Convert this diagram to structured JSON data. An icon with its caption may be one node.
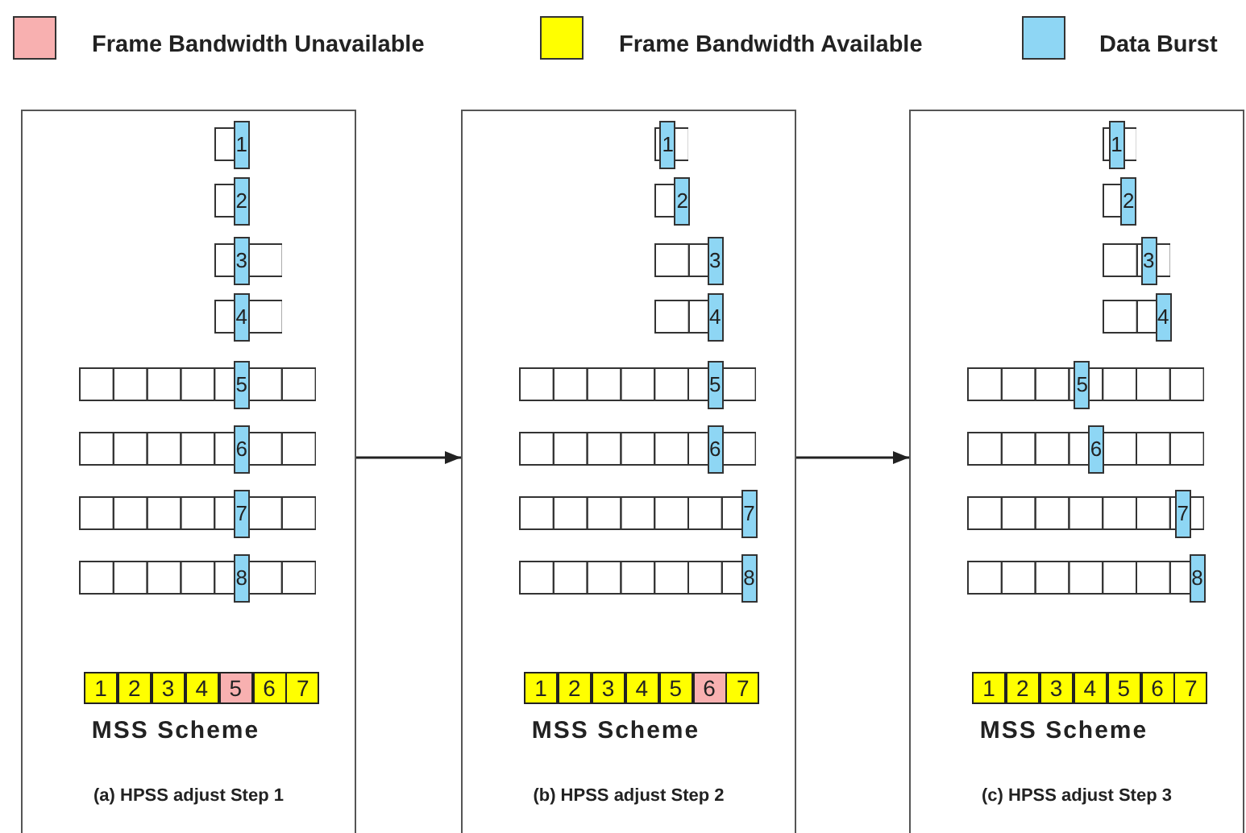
{
  "diagram": {
    "nodes": [
      {
        "text": [
          "MSS Scheme",
          "(a) HPSS adjust Step 1"
        ]
      },
      {
        "text": [
          "1"
        ],
        "in": 0
      },
      {
        "text": [
          "2"
        ],
        "in": 0
      },
      {
        "text": [
          "3"
        ],
        "in": 0
      },
      {
        "text": [
          "4"
        ],
        "in": 0
      },
      {
        "text": [
          "5"
        ],
        "in": 0
      },
      {
        "text": [
          "6"
        ],
        "in": 0
      },
      {
        "text": [
          "7"
        ],
        "in": 0
      },
      {
        "text": [
          "8"
        ],
        "in": 0
      },
      {
        "text": [
          "1"
        ],
        "in": 0
      },
      {
        "text": [
          "2"
        ],
        "in": 0
      },
      {
        "text": [
          "3"
        ],
        "in": 0
      },
      {
        "text": [
          "4"
        ],
        "in": 0
      },
      {
        "text": [
          "5"
        ],
        "in": 0
      },
      {
        "text": [
          "6"
        ],
        "in": 0
      },
      {
        "text": [
          "7"
        ],
        "in": 0
      },
      {
        "text": [
          "MSS Scheme",
          "(b) HPSS adjust Step 2"
        ]
      },
      {
        "text": [
          "1"
        ],
        "in": 16
      },
      {
        "text": [
          "2"
        ],
        "in": 16
      },
      {
        "text": [
          "3"
        ],
        "in": 16
      },
      {
        "text": [
          "4"
        ],
        "in": 16
      },
      {
        "text": [
          "5"
        ],
        "in": 16
      },
      {
        "text": [
          "6"
        ],
        "in": 16
      },
      {
        "text": [
          "7"
        ],
        "in": 16
      },
      {
        "text": [
          "8"
        ],
        "in": 16
      },
      {
        "text": [
          "1"
        ],
        "in": 16
      },
      {
        "text": [
          "2"
        ],
        "in": 16
      },
      {
        "text": [
          "3"
        ],
        "in": 16
      },
      {
        "text": [
          "4"
        ],
        "in": 16
      },
      {
        "text": [
          "5"
        ],
        "in": 16
      },
      {
        "text": [
          "6"
        ],
        "in": 16
      },
      {
        "text": [
          "7"
        ],
        "in": 16
      },
      {
        "text": [
          "MSS Scheme",
          "(c) HPSS adjust Step 3"
        ]
      },
      {
        "text": [
          "1"
        ],
        "in": 32
      },
      {
        "text": [
          "2"
        ],
        "in": 32
      },
      {
        "text": [
          "3"
        ],
        "in": 32
      },
      {
        "text": [
          "4"
        ],
        "in": 32
      },
      {
        "text": [
          "5"
        ],
        "in": 32
      },
      {
        "text": [
          "6"
        ],
        "in": 32
      },
      {
        "text": [
          "7"
        ],
        "in": 32
      },
      {
        "text": [
          "8"
        ],
        "in": 32
      },
      {
        "text": [
          "1"
        ],
        "in": 32
      },
      {
        "text": [
          "2"
        ],
        "in": 32
      },
      {
        "text": [
          "3"
        ],
        "in": 32
      },
      {
        "text": [
          "4"
        ],
        "in": 32
      },
      {
        "text": [
          "5"
        ],
        "in": 32
      },
      {
        "text": [
          "6"
        ],
        "in": 32
      },
      {
        "text": [
          "7"
        ],
        "in": 32
      }
    ],
    "edges": [
      {
        "from": 0,
        "to": 16,
        "arrow": "to"
      },
      {
        "from": 16,
        "to": 32,
        "arrow": "to"
      }
    ],
    "legend": [
      {
        "text": "Frame Bandwidth Unavailable",
        "color": "#f8b0b0"
      },
      {
        "text": "Frame Bandwidth Available",
        "color": "#ffff00"
      },
      {
        "text": "Data Burst",
        "color": "#8ed6f4"
      }
    ]
  }
}
